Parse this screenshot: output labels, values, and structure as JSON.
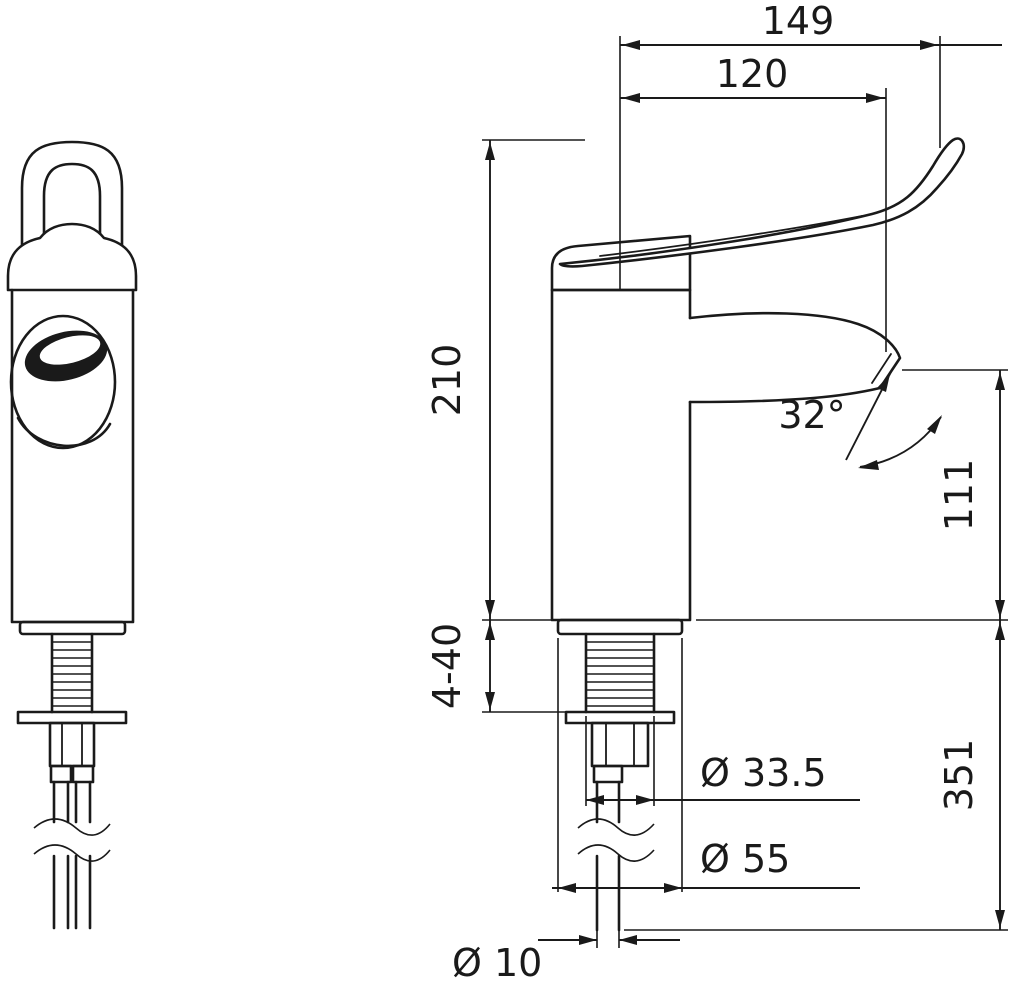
{
  "colors": {
    "line": "#1a1a1a",
    "background": "#ffffff"
  },
  "dimensions": {
    "lever_total_reach": "149",
    "spout_reach": "120",
    "height_above_deck": "210",
    "stream_angle": "32°",
    "outlet_height": "111",
    "deck_thickness_range": "4-40",
    "shank_diameter": "Ø 33.5",
    "under_deck_length": "351",
    "base_diameter": "Ø 55",
    "hose_diameter": "Ø 10"
  }
}
